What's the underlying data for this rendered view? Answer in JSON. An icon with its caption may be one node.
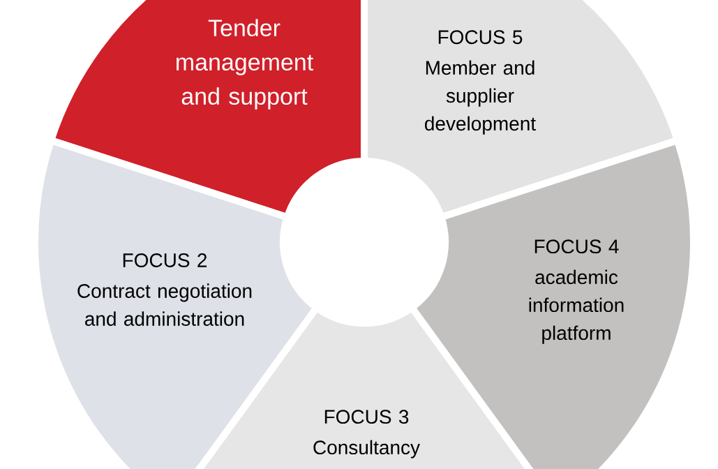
{
  "diagram": {
    "nodes": [
      {
        "text": [
          "Tender management and support"
        ]
      },
      {
        "text": [
          "FOCUS 5",
          "Member and supplier development"
        ]
      },
      {
        "text": [
          "FOCUS 2",
          "Contract negotiation and administration"
        ]
      },
      {
        "text": [
          "FOCUS 4",
          "academic information platform"
        ]
      },
      {
        "text": [
          "FOCUS 3",
          "Consultancy"
        ]
      }
    ]
  }
}
